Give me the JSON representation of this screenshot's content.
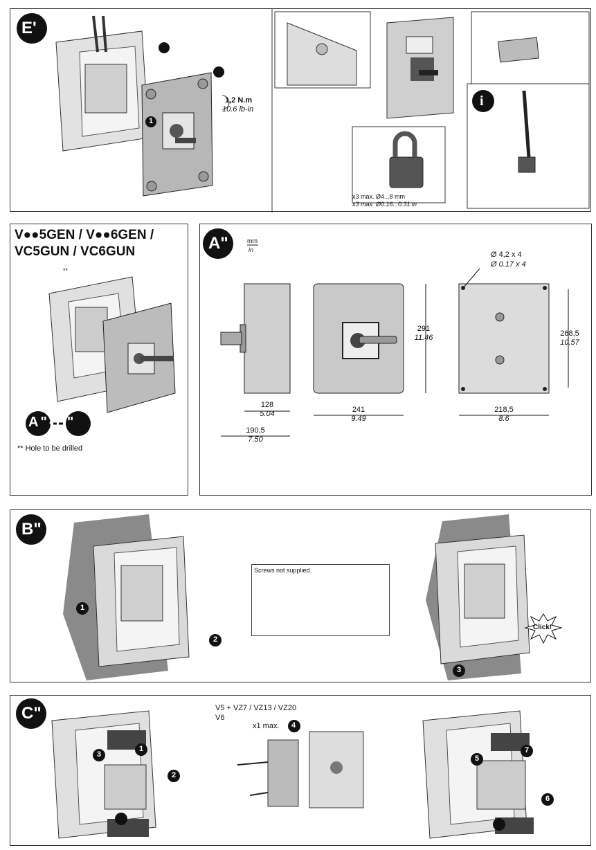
{
  "sections": {
    "e": {
      "badge": "E'",
      "torque_value": "1,2 N.m",
      "torque_imperial": "10.6 lb-in",
      "padlock_line1": "x3 max. Ø4...8 mm",
      "padlock_line2": "x3 max. Ø0.16...0.31 in",
      "info_icon": "i"
    },
    "series": {
      "title_line1": "V●●5GEN / V●●6GEN /",
      "title_line2": "VC5GUN / VC6GUN",
      "hole_marker": "**",
      "badge": "A\"-E\"",
      "footnote": "** Hole to be drilled"
    },
    "a": {
      "badge": "A\"",
      "unit_top": "mm",
      "unit_bottom": "in",
      "hole_spec": "Ø 4,2 x 4",
      "hole_spec_imperial": "Ø 0.17 x 4",
      "dims": {
        "side_depth": "128",
        "side_depth_in": "5.04",
        "overall_depth": "190,5",
        "overall_depth_in": "7.50",
        "front_width": "241",
        "front_width_in": "9.49",
        "front_height": "291",
        "front_height_in": "11.46",
        "back_width": "218,5",
        "back_width_in": "8.6",
        "back_height": "268,5",
        "back_height_in": "10.57"
      }
    },
    "b": {
      "badge": "B\"",
      "screws_note": "Screws not supplied.",
      "click_label": "Click!",
      "steps": [
        "1",
        "2",
        "3"
      ]
    },
    "c": {
      "badge": "C\"",
      "compat_line1": "V5 + VZ7 / VZ13 / VZ20",
      "compat_line2": "V6",
      "max_label": "x1 max.",
      "steps": [
        "1",
        "2",
        "3",
        "4",
        "5",
        "6",
        "7"
      ]
    }
  },
  "colors": {
    "badge": "#111111",
    "panel_border": "#333333",
    "enclosure": "#d8d8d8",
    "cover": "#b9b9b9",
    "wall": "#8a8a8a"
  }
}
